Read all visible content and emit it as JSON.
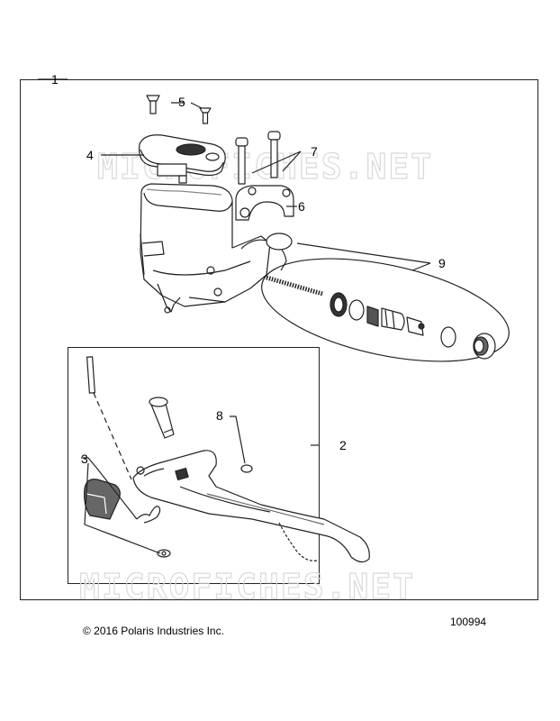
{
  "callouts": {
    "c1": "1",
    "c2": "2",
    "c3": "3",
    "c4": "4",
    "c5": "5",
    "c6": "6",
    "c7": "7",
    "c8": "8",
    "c9": "9"
  },
  "watermark": {
    "text": "MICROFICHES.NET"
  },
  "footer": {
    "copyright": "© 2016 Polaris Industries Inc.",
    "diagram_number": "100994"
  },
  "colors": {
    "line": "#222222",
    "watermark": "#d9d9d9",
    "shade": "#8a8a8a"
  }
}
